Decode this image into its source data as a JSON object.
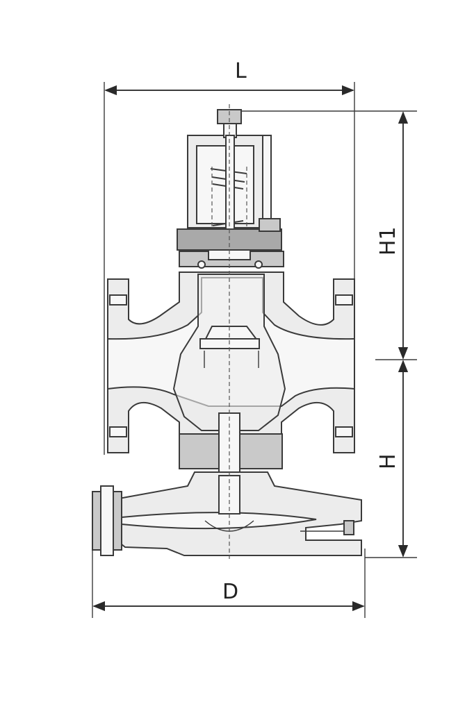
{
  "dimensions": {
    "length_label": "L",
    "height_upper_label": "H1",
    "height_lower_label": "H",
    "diameter_label": "D"
  }
}
